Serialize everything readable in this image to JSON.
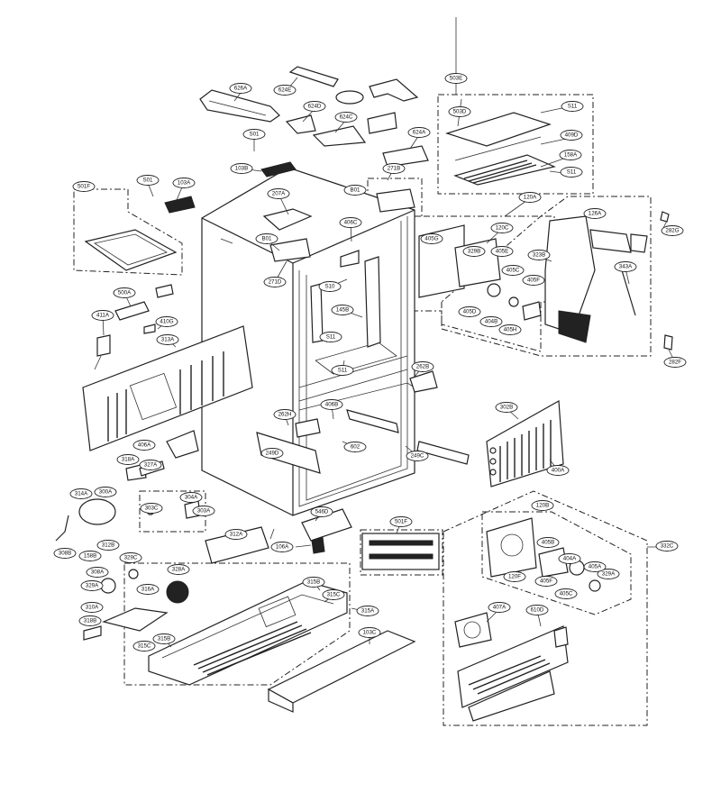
{
  "callouts": [
    {
      "id": "c626A",
      "label": "626A"
    },
    {
      "id": "c624E",
      "label": "624E"
    },
    {
      "id": "c624D",
      "label": "624D"
    },
    {
      "id": "c624C",
      "label": "624C"
    },
    {
      "id": "c624A",
      "label": "624A"
    },
    {
      "id": "c503E",
      "label": "503E"
    },
    {
      "id": "c503D",
      "label": "503D"
    },
    {
      "id": "cS11a",
      "label": "S11"
    },
    {
      "id": "c409D",
      "label": "409D"
    },
    {
      "id": "c158A",
      "label": "158A"
    },
    {
      "id": "cS11b",
      "label": "S11"
    },
    {
      "id": "cS01a",
      "label": "S01"
    },
    {
      "id": "c103B",
      "label": "103B"
    },
    {
      "id": "c271B",
      "label": "271B"
    },
    {
      "id": "cS01b",
      "label": "S01"
    },
    {
      "id": "c103A",
      "label": "103A"
    },
    {
      "id": "c501F",
      "label": "501F"
    },
    {
      "id": "c207A",
      "label": "207A"
    },
    {
      "id": "cB01a",
      "label": "B01"
    },
    {
      "id": "c120A",
      "label": "120A"
    },
    {
      "id": "c406C",
      "label": "406C"
    },
    {
      "id": "c120C",
      "label": "120C"
    },
    {
      "id": "c405G",
      "label": "405G"
    },
    {
      "id": "c329B",
      "label": "329B"
    },
    {
      "id": "c405E",
      "label": "405E"
    },
    {
      "id": "c126A",
      "label": "126A"
    },
    {
      "id": "c282G",
      "label": "282G"
    },
    {
      "id": "cB01b",
      "label": "B01"
    },
    {
      "id": "c271D",
      "label": "271D"
    },
    {
      "id": "c323B",
      "label": "323B"
    },
    {
      "id": "c405C",
      "label": "405C"
    },
    {
      "id": "c405F",
      "label": "405F"
    },
    {
      "id": "c343A",
      "label": "343A"
    },
    {
      "id": "cS10",
      "label": "S10"
    },
    {
      "id": "c500A",
      "label": "500A"
    },
    {
      "id": "c145B",
      "label": "145B"
    },
    {
      "id": "c405D",
      "label": "405D"
    },
    {
      "id": "c404B",
      "label": "404B"
    },
    {
      "id": "c405H",
      "label": "405H"
    },
    {
      "id": "c411A",
      "label": "411A"
    },
    {
      "id": "c410G",
      "label": "410G"
    },
    {
      "id": "c313A",
      "label": "313A"
    },
    {
      "id": "cS11c",
      "label": "S11"
    },
    {
      "id": "cS11d",
      "label": "S11"
    },
    {
      "id": "c282F",
      "label": "282F"
    },
    {
      "id": "c262B",
      "label": "262B"
    },
    {
      "id": "c406B",
      "label": "406B"
    },
    {
      "id": "c302B",
      "label": "302B"
    },
    {
      "id": "c262H",
      "label": "262H"
    },
    {
      "id": "c406A",
      "label": "406A"
    },
    {
      "id": "c249D",
      "label": "249D"
    },
    {
      "id": "c602",
      "label": "602"
    },
    {
      "id": "c249C",
      "label": "249C"
    },
    {
      "id": "c400A",
      "label": "400A"
    },
    {
      "id": "c318A",
      "label": "318A"
    },
    {
      "id": "c327A",
      "label": "327A"
    },
    {
      "id": "c314A",
      "label": "314A"
    },
    {
      "id": "c300A",
      "label": "300A"
    },
    {
      "id": "c303C",
      "label": "303C"
    },
    {
      "id": "c304A",
      "label": "304A"
    },
    {
      "id": "c303A",
      "label": "303A"
    },
    {
      "id": "c546D",
      "label": "546D"
    },
    {
      "id": "c120B",
      "label": "120B"
    },
    {
      "id": "c312A",
      "label": "312A"
    },
    {
      "id": "c501F2",
      "label": "501F"
    },
    {
      "id": "c405B",
      "label": "405B"
    },
    {
      "id": "c332C",
      "label": "332C"
    },
    {
      "id": "c106A",
      "label": "106A"
    },
    {
      "id": "c329C",
      "label": "329C"
    },
    {
      "id": "c328A",
      "label": "328A"
    },
    {
      "id": "c158B",
      "label": "158B"
    },
    {
      "id": "c308B",
      "label": "308B"
    },
    {
      "id": "c329A2",
      "label": "329A"
    },
    {
      "id": "c405A",
      "label": "405A"
    },
    {
      "id": "c404A",
      "label": "404A"
    },
    {
      "id": "c120F",
      "label": "120F"
    },
    {
      "id": "c405F2",
      "label": "405F"
    },
    {
      "id": "c405C2",
      "label": "405C"
    },
    {
      "id": "c315B",
      "label": "315B"
    },
    {
      "id": "c316A",
      "label": "316A"
    },
    {
      "id": "c315C",
      "label": "315C"
    },
    {
      "id": "c315A",
      "label": "315A"
    },
    {
      "id": "c407A",
      "label": "407A"
    },
    {
      "id": "c610D",
      "label": "610D"
    },
    {
      "id": "c315C2",
      "label": "315C"
    },
    {
      "id": "c315B2",
      "label": "315B"
    },
    {
      "id": "c103C",
      "label": "103C"
    },
    {
      "id": "c310A",
      "label": "310A"
    },
    {
      "id": "c318B",
      "label": "318B"
    },
    {
      "id": "c308A",
      "label": "308A"
    },
    {
      "id": "c329A",
      "label": "329A"
    },
    {
      "id": "c312B",
      "label": "312B"
    }
  ]
}
